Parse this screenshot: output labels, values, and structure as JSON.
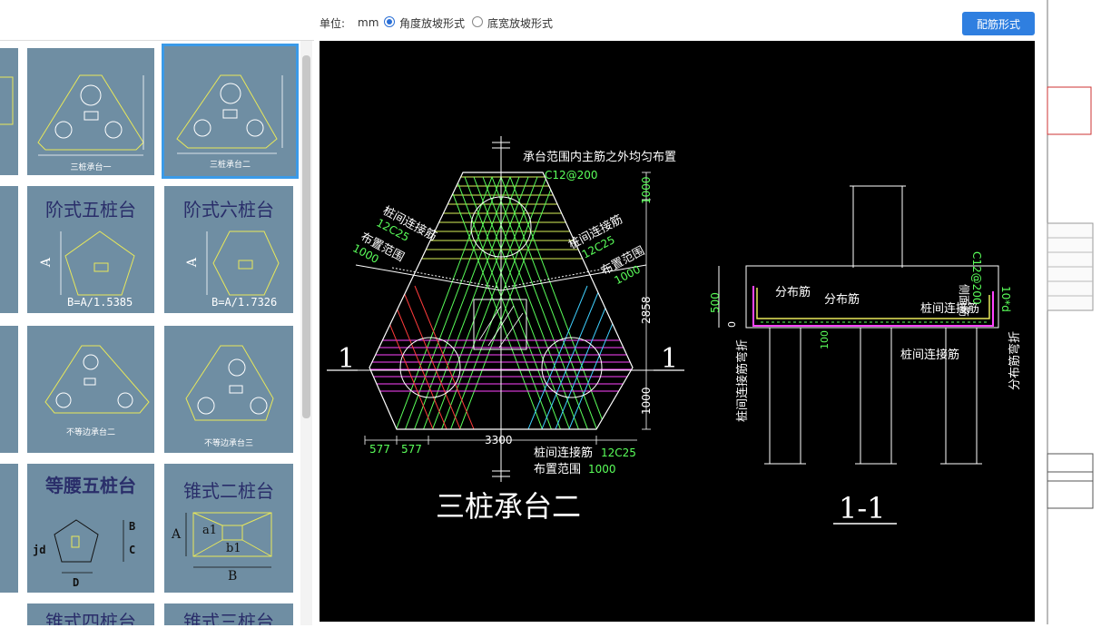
{
  "toolbar": {
    "unit_label": "单位:",
    "unit_value": "mm",
    "options": [
      {
        "label": "角度放坡形式",
        "checked": true
      },
      {
        "label": "底宽放坡形式",
        "checked": false
      }
    ],
    "rebar_button": "配筋形式"
  },
  "thumbnails": [
    {
      "caption": "三桩承台一"
    },
    {
      "caption": "三桩承台二",
      "selected": true
    },
    {
      "title": "阶式五桩台",
      "formula": "B=A/1.5385",
      "side_label": "A"
    },
    {
      "title": "阶式六桩台",
      "formula": "B=A/1.7326",
      "side_label": "A"
    },
    {
      "caption": "不等边承台二"
    },
    {
      "caption": "不等边承台三"
    },
    {
      "title": "等腰五桩台",
      "labels": [
        "B",
        "C",
        "D",
        "jd"
      ]
    },
    {
      "title": "锥式二桩台",
      "labels": [
        "A",
        "a1",
        "b1",
        "B"
      ]
    },
    {
      "title": "锥式四桩台"
    },
    {
      "title": "锥式三桩台"
    }
  ],
  "drawing": {
    "plan_title": "三桩承台二",
    "section_title": "1-1",
    "section_marks": [
      "1",
      "1"
    ],
    "note_top": "承台范围内主筋之外均匀布置",
    "note_top_rebar": "C12@200",
    "left_rebar_label": "桩间连接筋",
    "left_rebar_value": "12C25",
    "left_range_label": "布置范围",
    "left_range_value": "1000",
    "right_rebar_label": "桩间连接筋",
    "right_rebar_value": "12C25",
    "right_range_label": "布置范围",
    "right_range_value": "1000",
    "bottom_rebar_label": "桩间连接筋",
    "bottom_rebar_value": "12C25",
    "bottom_range_label": "布置范围",
    "bottom_range_value": "1000",
    "dim_right": [
      "1000",
      "2858",
      "1000"
    ],
    "dim_bottom": [
      "577",
      "577",
      "3300"
    ],
    "sec_distrib1": "分布筋",
    "sec_distrib2": "分布筋",
    "sec_link": "桩间连接筋",
    "sec_link2": "桩间连接筋",
    "sec_side": "侧面筋",
    "sec_side_value": "C12@200",
    "sec_hook": "10*d",
    "sec_dim_500": "500",
    "sec_dim_0": "0",
    "sec_dim_100": "100",
    "sec_left_vertical": "桩间连接筋弯折",
    "sec_right_vertical": "分布筋弯折"
  }
}
